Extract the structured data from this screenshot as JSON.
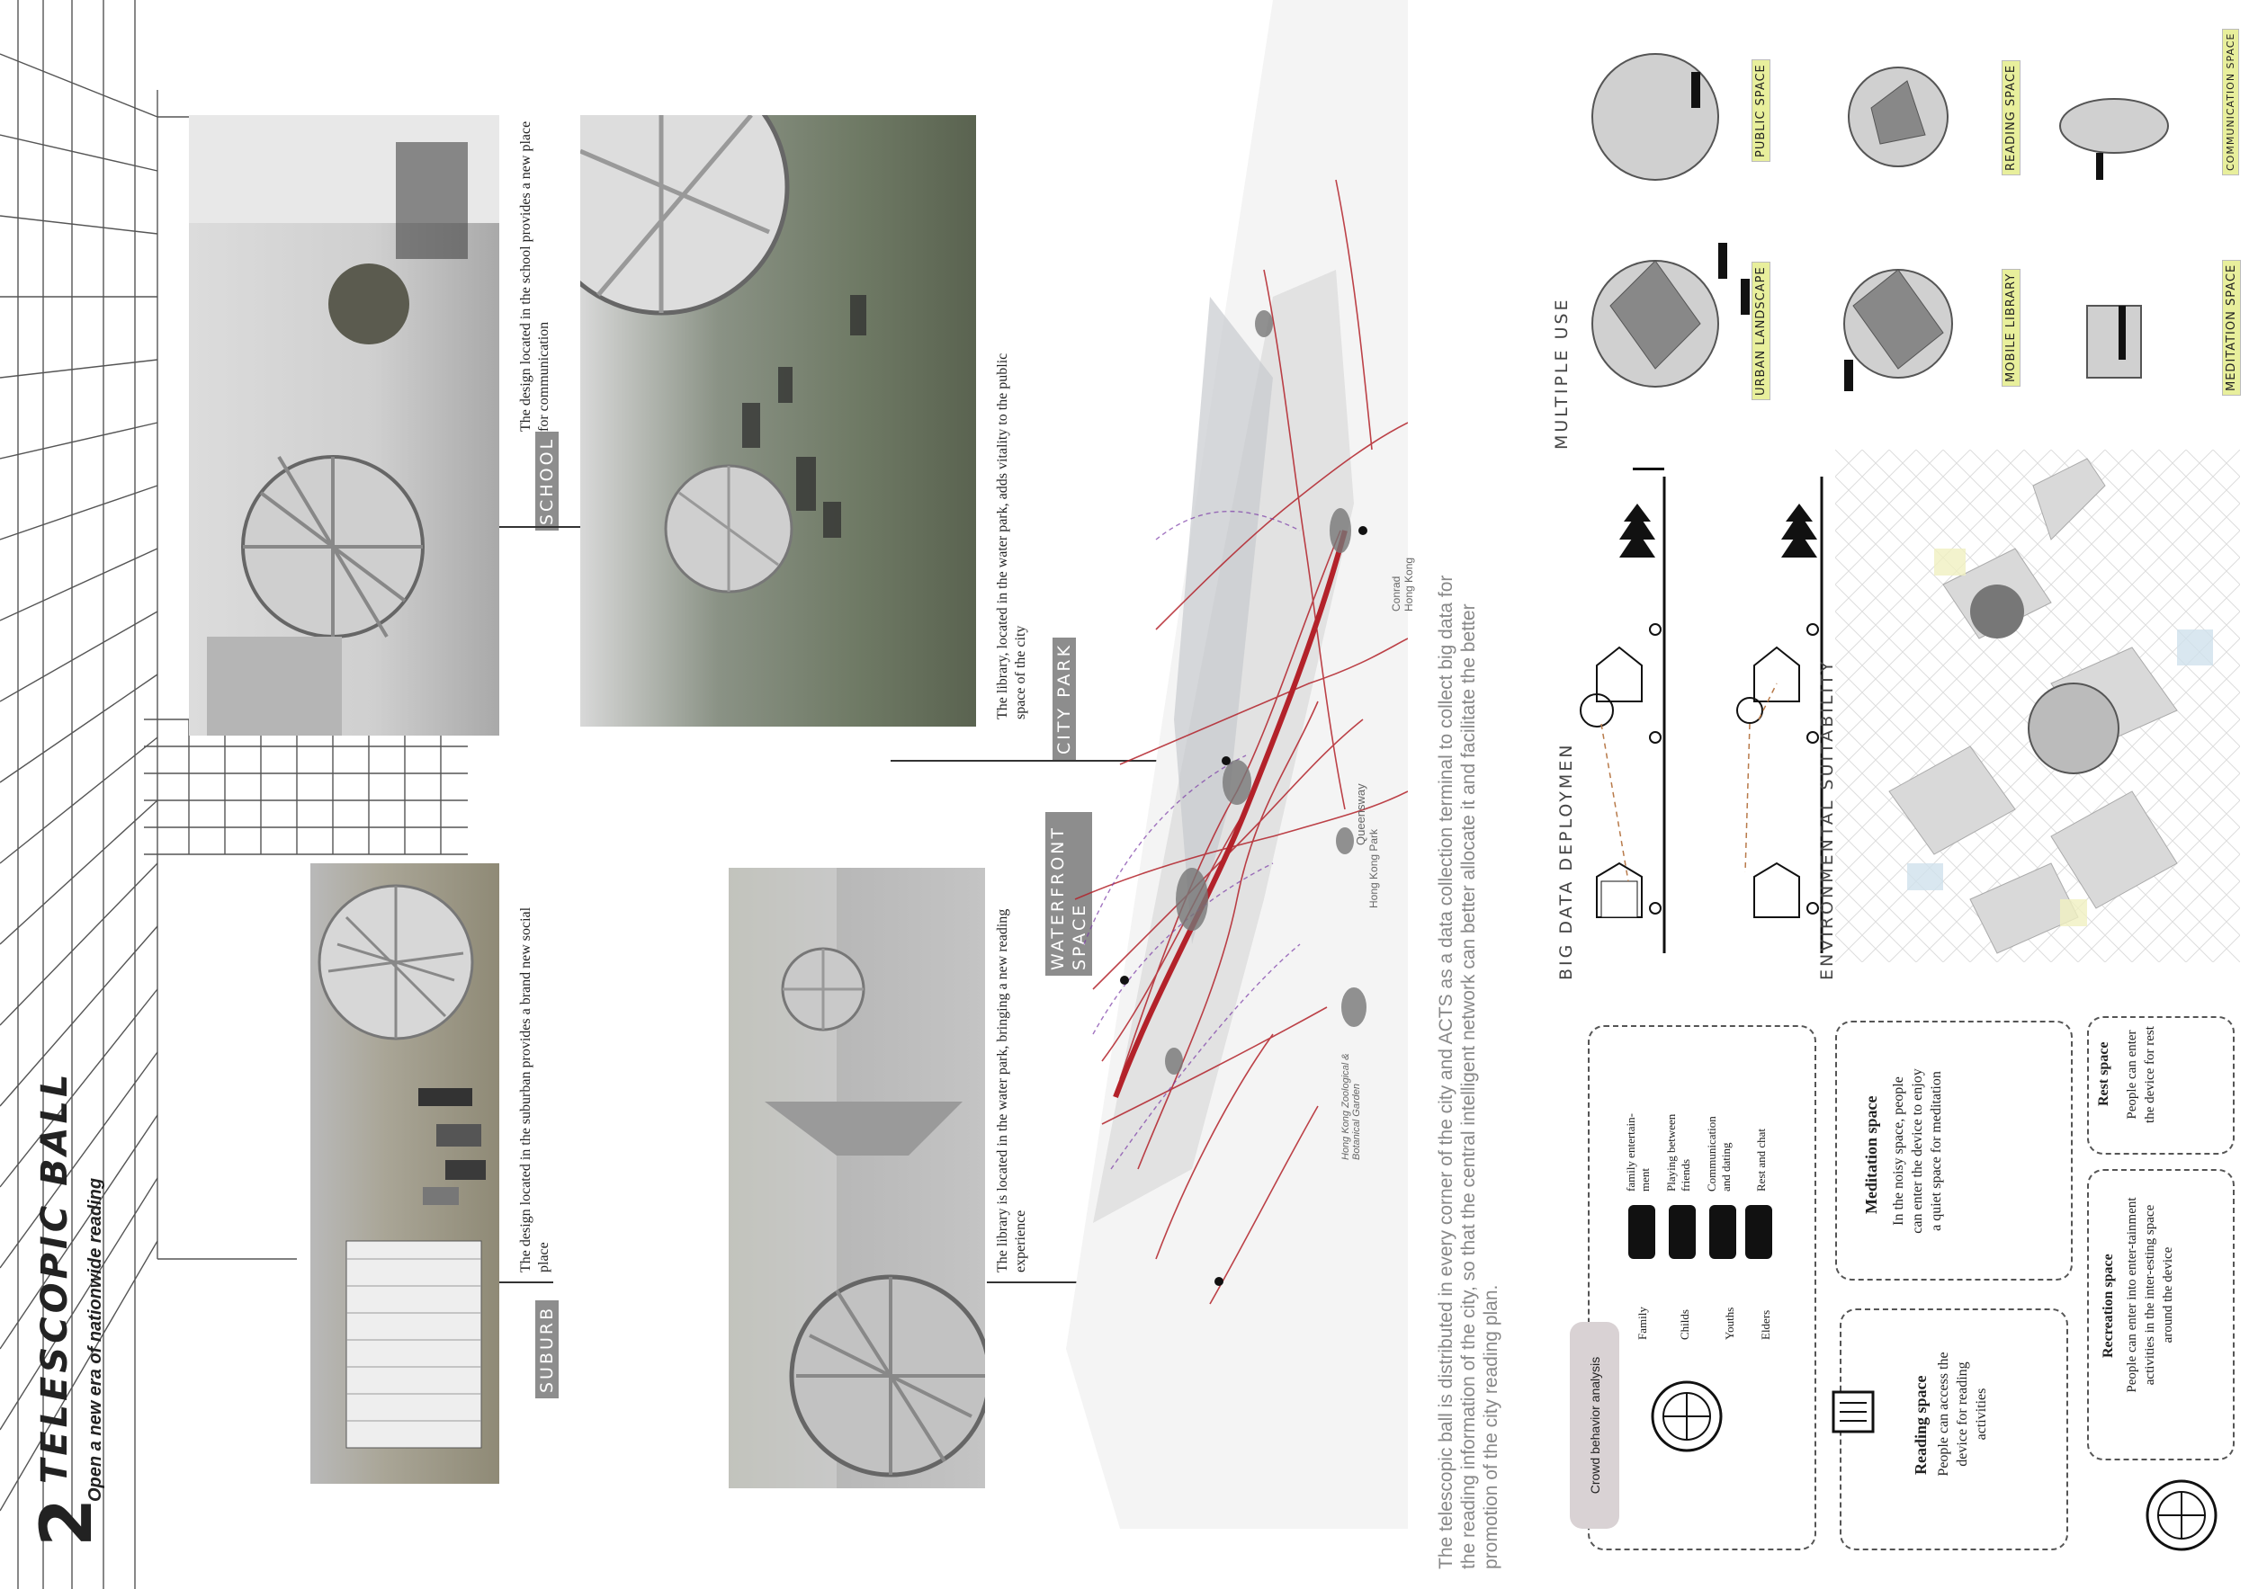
{
  "header": {
    "number": "2",
    "title": "TELESCOPIC BALL",
    "subtitle": "Open a new era of nationwide reading"
  },
  "sites": {
    "suburb": {
      "label": "SUBURB",
      "caption": "The design located in the suburban provides a brand new social place"
    },
    "school": {
      "label": "SCHOOL",
      "caption": "The design located in the school provides a new place for communication"
    },
    "waterfront": {
      "label": "WATERFRONT SPACE",
      "caption": "The library is located in the water park, bringing a new reading experience"
    },
    "citypark": {
      "label": "CITY PARK",
      "caption": "The library, located in the water park, adds vitality to the public space of the city"
    }
  },
  "map": {
    "labels": [
      "Queensway",
      "Conrad Hong Kong",
      "Hong Kong Park",
      "Hong Kong Zoological & Botanical Garden"
    ]
  },
  "description": "The telescopic ball is distributed in every corner of the city and ACTS as a data collection terminal to collect big data for the reading information of the city, so that the central intelligent network can better allocate it and facilitate the better promotion of the city reading plan.",
  "sections": {
    "big_data": "BIG DATA DEPLOYMEN",
    "multiple_use": "MULTIPLE USE",
    "environmental": "ENVIRONMENTAL SUITABILITY"
  },
  "uses": [
    {
      "label": "PUBLIC SPACE"
    },
    {
      "label": "URBAN LANDSCAPE"
    },
    {
      "label": "READING SPACE"
    },
    {
      "label": "MOBILE LIBRARY"
    },
    {
      "label": "COMMUNICATION SPACE"
    },
    {
      "label": "MEDITATION SPACE"
    }
  ],
  "crowd": {
    "title": "Crowd behavior analysis",
    "groups": [
      {
        "name": "Family",
        "behavior": "family entertain-ment"
      },
      {
        "name": "Childs",
        "behavior": "Playing between friends"
      },
      {
        "name": "Youths",
        "behavior": "Communication and dating"
      },
      {
        "name": "Elders",
        "behavior": "Rest and chat"
      }
    ]
  },
  "spaces": [
    {
      "title": "Meditation space",
      "text": "In the noisy space, people can enter the device to enjoy a quiet space for meditation"
    },
    {
      "title": "Rest space",
      "text": "People can enter the device for rest"
    },
    {
      "title": "Reading space",
      "text": "People can access the device for reading activities"
    },
    {
      "title": "Recreation space",
      "text": "People can enter into enter-tainment activities in the inter-esting space around the device"
    }
  ],
  "colors": {
    "route": "#b3222a",
    "dashed": "#7a3aa6",
    "badge": "#e8ef9c",
    "tag": "#8d8d8d"
  }
}
